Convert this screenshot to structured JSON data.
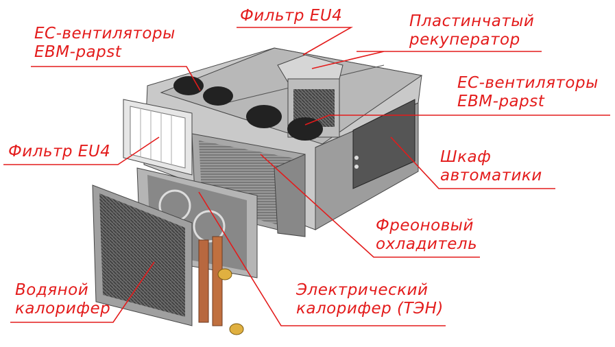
{
  "title": "Приточно-вытяжная установка с рекуператором",
  "accent_color": "#e31b1b",
  "labels": {
    "fans_top": {
      "line1": "ЕС-вентиляторы",
      "line2": "EBM-papst"
    },
    "filter_top": {
      "line1": "Фильтр EU4"
    },
    "recuperator": {
      "line1": "Пластинчатый",
      "line2": "рекуператор"
    },
    "fans_right": {
      "line1": "ЕС-вентиляторы",
      "line2": "EBM-papst"
    },
    "cabinet": {
      "line1": "Шкаф",
      "line2": "автоматики"
    },
    "filter_left": {
      "line1": "Фильтр EU4"
    },
    "cooler": {
      "line1": "Фреоновый",
      "line2": "охладитель"
    },
    "water_heater": {
      "line1": "Водяной",
      "line2": "калорифер"
    },
    "electric_heater": {
      "line1": "Электрический",
      "line2": "калорифер (ТЭН)"
    }
  }
}
